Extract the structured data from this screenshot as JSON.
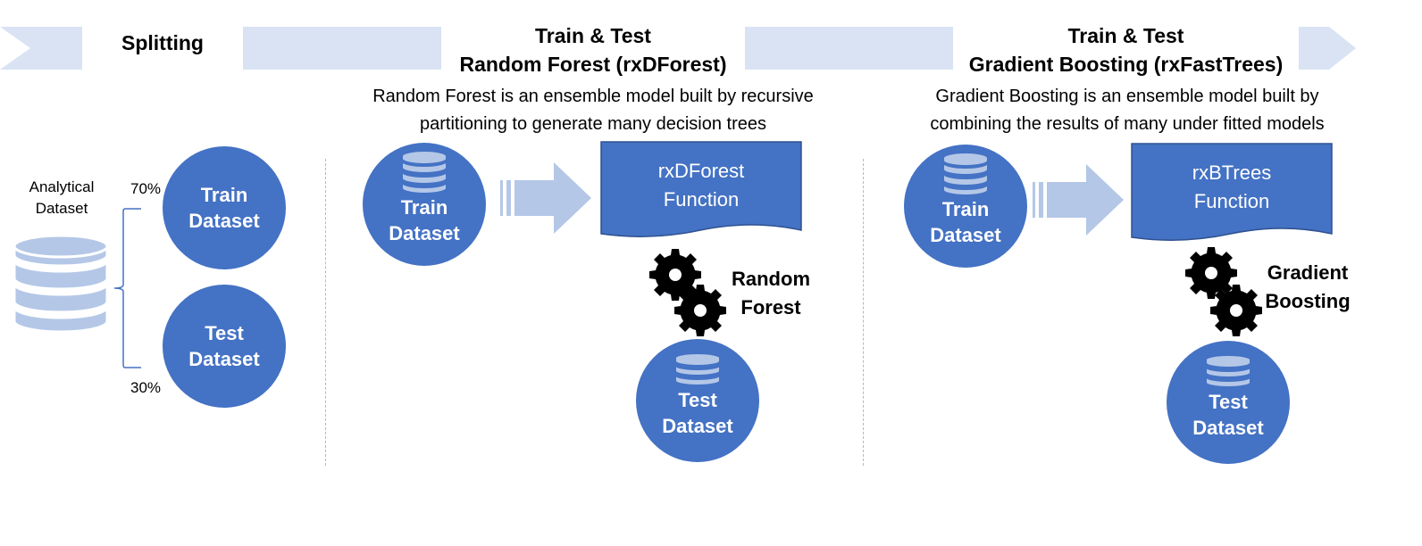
{
  "stages": [
    {
      "title_line1": "Splitting"
    },
    {
      "title_line1": "Train & Test",
      "title_line2": "Random Forest (rxDForest)",
      "desc_line1": "Random Forest is an ensemble model built by recursive",
      "desc_line2": "partitioning to generate many decision trees"
    },
    {
      "title_line1": "Train & Test",
      "title_line2": "Gradient Boosting (rxFastTrees)",
      "desc_line1": "Gradient Boosting is an ensemble model built by",
      "desc_line2": "combining the results of many under fitted models"
    }
  ],
  "splitting": {
    "source_line1": "Analytical",
    "source_line2": "Dataset",
    "train_pct": "70%",
    "test_pct": "30%",
    "train_line1": "Train",
    "train_line2": "Dataset",
    "test_line1": "Test",
    "test_line2": "Dataset"
  },
  "rf": {
    "train_line1": "Train",
    "train_line2": "Dataset",
    "function_line1": "rxDForest",
    "function_line2": "Function",
    "algo_line1": "Random",
    "algo_line2": "Forest",
    "test_line1": "Test",
    "test_line2": "Dataset"
  },
  "gb": {
    "train_line1": "Train",
    "train_line2": "Dataset",
    "function_line1": "rxBTrees",
    "function_line2": "Function",
    "algo_line1": "Gradient",
    "algo_line2": "Boosting",
    "test_line1": "Test",
    "test_line2": "Dataset"
  },
  "colors": {
    "banner": "#d9e3f4",
    "node": "#4472c4",
    "arrow": "#b4c7e7",
    "gear": "#000000"
  },
  "icons": [
    "database-icon",
    "gear-icon",
    "right-arrow-icon"
  ]
}
